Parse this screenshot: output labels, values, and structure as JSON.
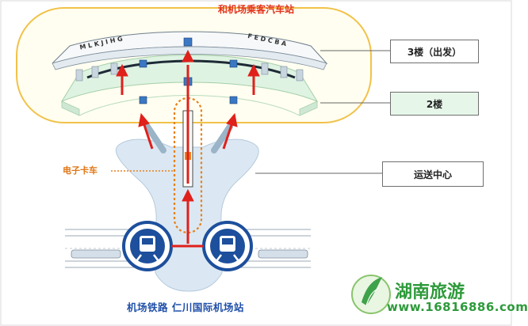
{
  "top_title": "和机场乘客汽车站",
  "legend": {
    "floor3": "3楼（出发）",
    "floor2": "2楼",
    "transport_center": "运送中心"
  },
  "tram_label": "电子卡车",
  "bottom_label": "机场铁路 仁川国际机场站",
  "gates_left": "M L K J I H G",
  "gates_right": "F E D C B A",
  "watermark": {
    "brand": "湖南旅游",
    "url": "www.16816886.com"
  },
  "colors": {
    "accent_red": "#e0201b",
    "outline_orange": "#f1c24a",
    "station_blue": "#1d4f9c",
    "terminal_green": "#dff3e3",
    "concourse_blue": "#dbe8f3"
  }
}
